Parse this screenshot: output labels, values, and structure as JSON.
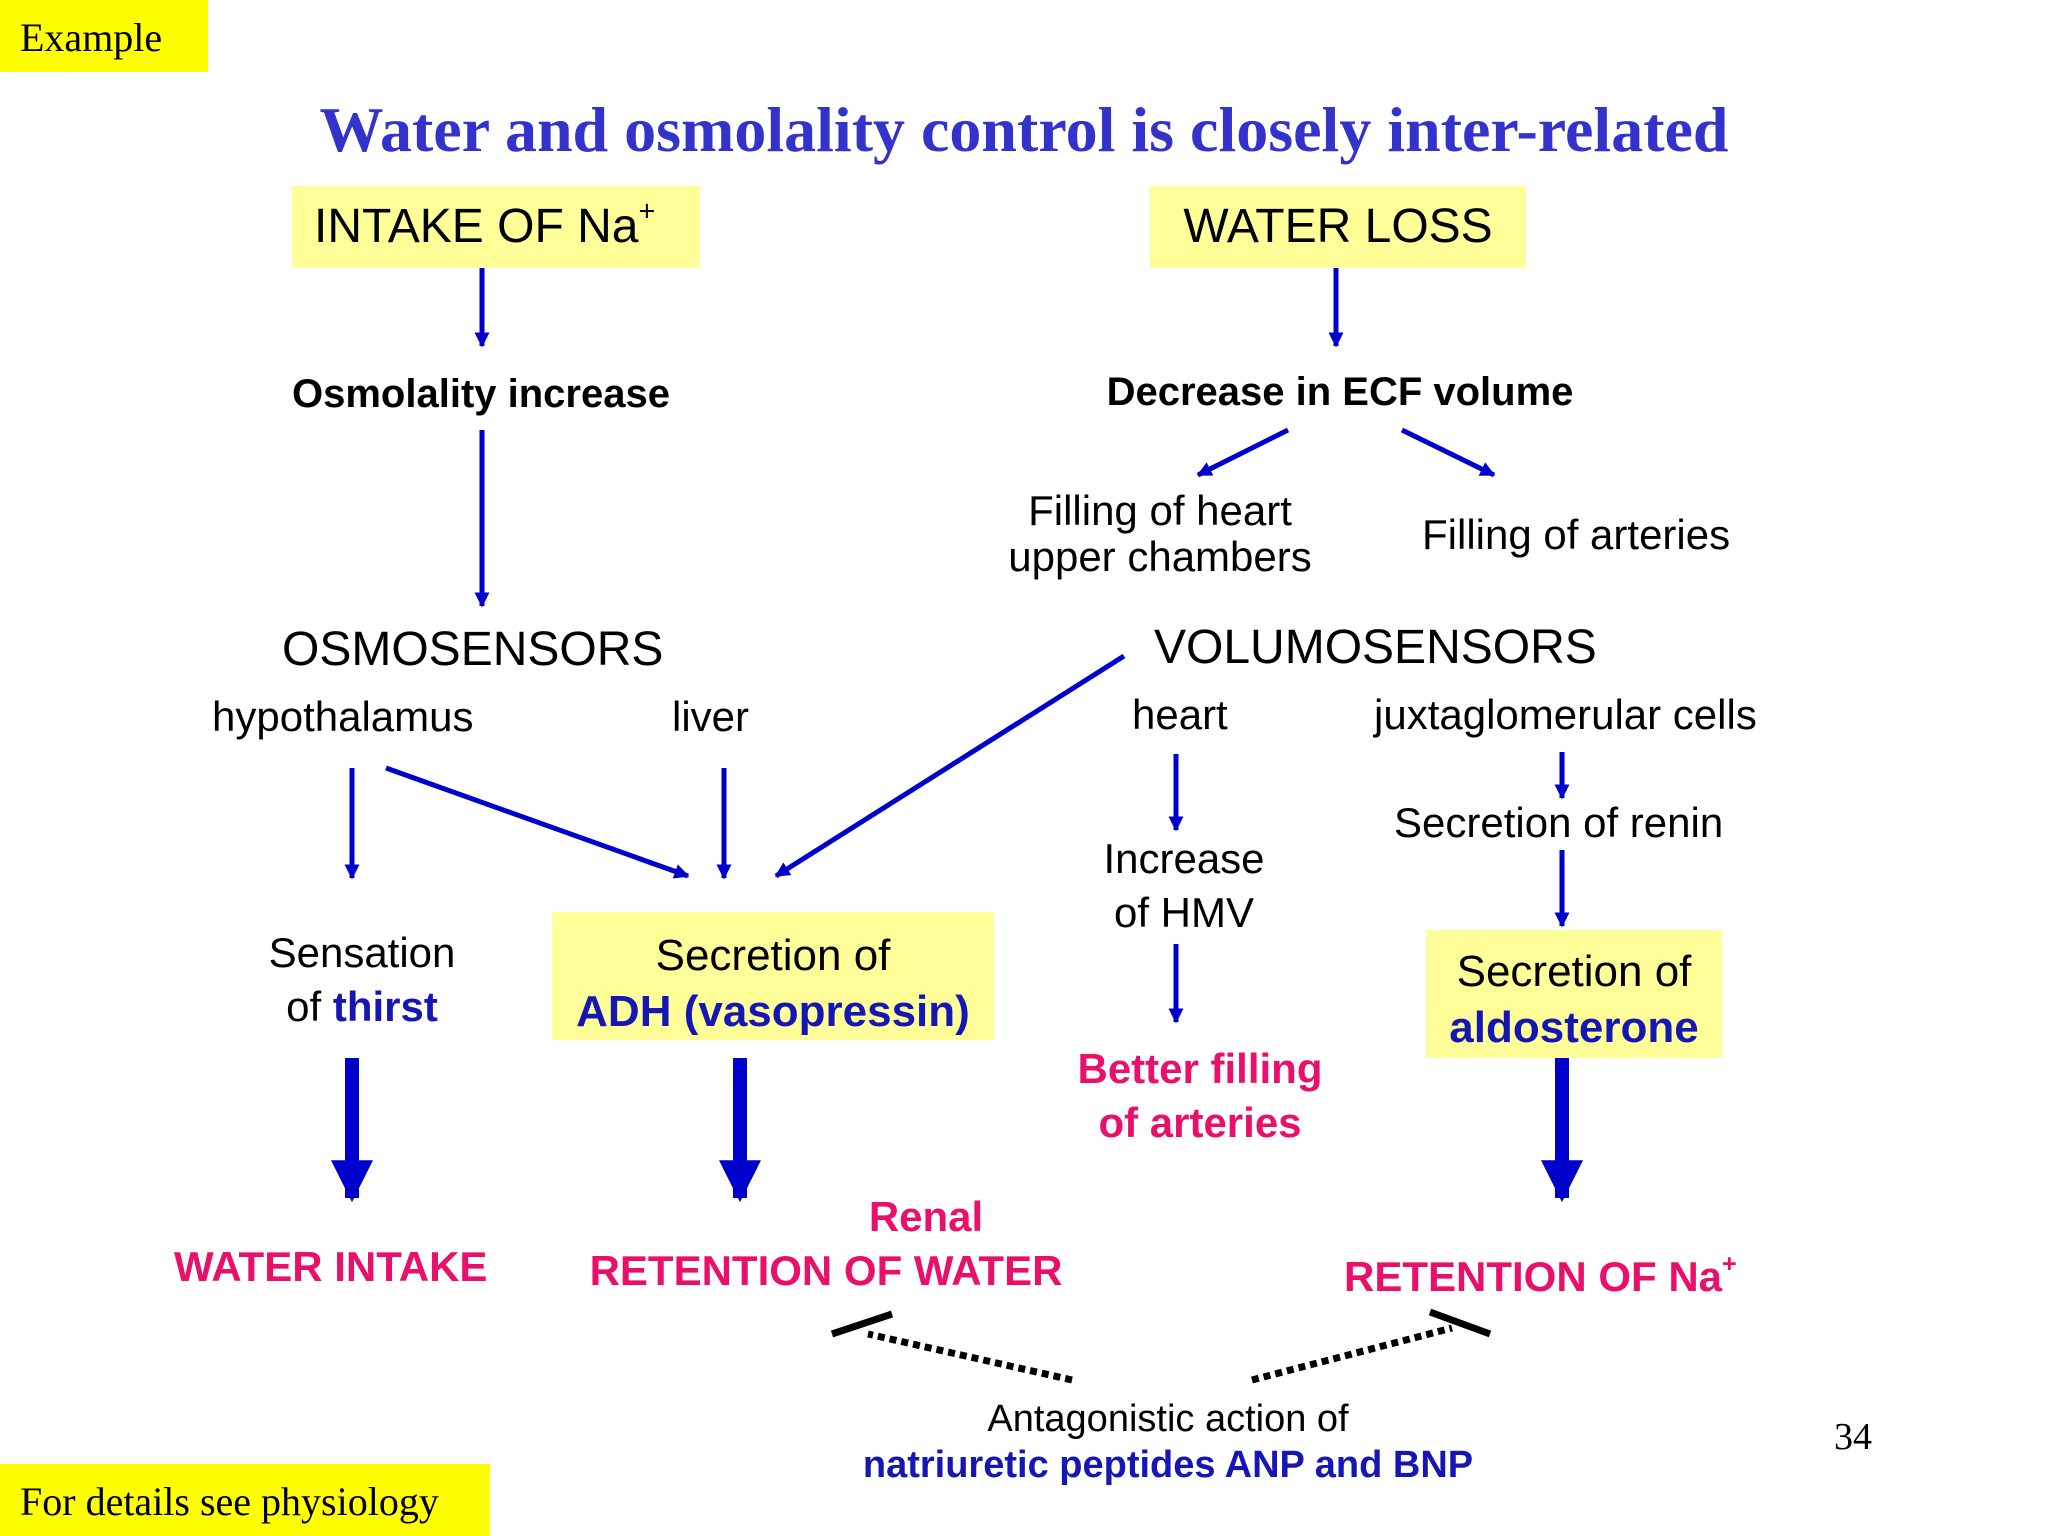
{
  "corner_tag": "Example",
  "title": "Water and osmolality control is closely inter-related",
  "footer_note": "For details see physiology",
  "page_number": "34",
  "colors": {
    "title_blue": "#3333cc",
    "arrow_blue": "#0000cc",
    "result_pink": "#e8106a",
    "emphasis_blue": "#1616b4",
    "box_yellow": "#ffff99",
    "tag_yellow": "#ffff00"
  },
  "left": {
    "intake_na": "INTAKE OF Na",
    "intake_na_sup": "+",
    "osmolality_increase": "Osmolality increase",
    "osmosensors": "OSMOSENSORS",
    "hypothalamus": "hypothalamus",
    "liver": "liver",
    "sensation_line1": "Sensation",
    "sensation_line2_prefix": "of ",
    "sensation_line2_emph": "thirst",
    "adh_line1": "Secretion of",
    "adh_line2": "ADH (vasopressin)",
    "water_intake": "WATER INTAKE",
    "renal_line1": "Renal",
    "renal_line2": "RETENTION OF WATER"
  },
  "right": {
    "water_loss": "WATER LOSS",
    "ecf_decrease": "Decrease in ECF volume",
    "heart_chambers_line1": "Filling of heart",
    "heart_chambers_line2": "upper chambers",
    "arteries_filling": "Filling of arteries",
    "volumosensors": "VOLUMOSENSORS",
    "heart": "heart",
    "juxtaglomerular": "juxtaglomerular cells",
    "renin": "Secretion of renin",
    "hmv_line1": "Increase",
    "hmv_line2": "of HMV",
    "aldosterone_line1": "Secretion of",
    "aldosterone_line2": "aldosterone",
    "better_filling_line1": "Better filling",
    "better_filling_line2": "of arteries",
    "retention_na": "RETENTION OF Na",
    "retention_na_sup": "+"
  },
  "bottom": {
    "antagonistic_line1": "Antagonistic action of",
    "antagonistic_line2": "natriuretic peptides ANP and BNP"
  }
}
